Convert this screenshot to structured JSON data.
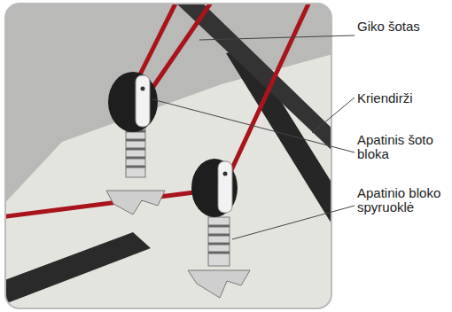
{
  "diagram": {
    "labels": [
      "Giko šotas",
      "Kriendirži",
      "Apatinis šoto bloka",
      "Apatinio bloko spyruoklė"
    ]
  }
}
